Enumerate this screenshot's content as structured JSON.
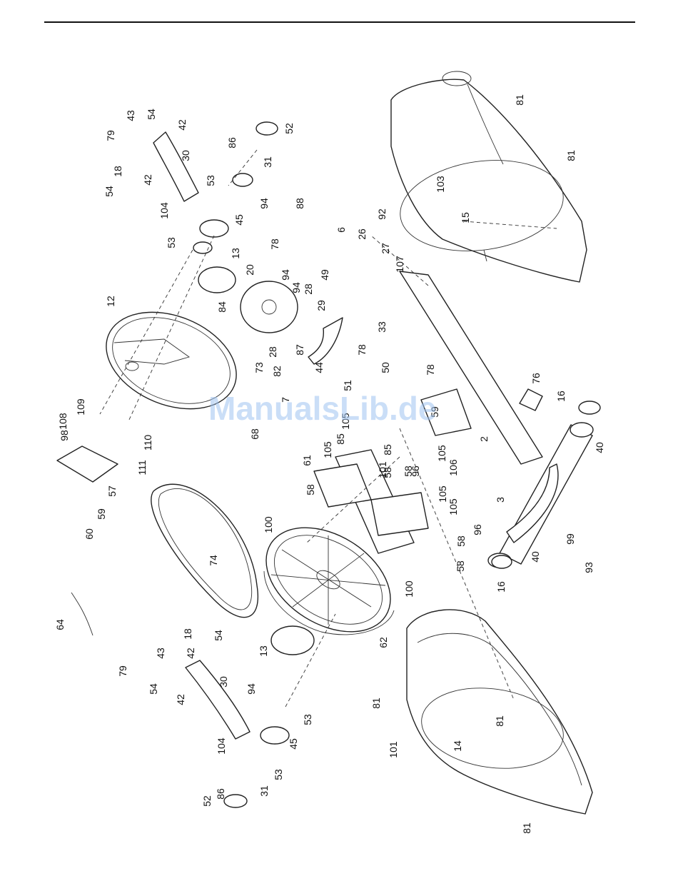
{
  "watermark": "ManualsLib.de",
  "part_labels": [
    {
      "text": "54"
    },
    {
      "text": "43"
    },
    {
      "text": "42"
    },
    {
      "text": "79"
    },
    {
      "text": "30"
    },
    {
      "text": "52"
    },
    {
      "text": "86"
    },
    {
      "text": "31"
    },
    {
      "text": "81"
    },
    {
      "text": "81"
    },
    {
      "text": "18"
    },
    {
      "text": "42"
    },
    {
      "text": "54"
    },
    {
      "text": "53"
    },
    {
      "text": "94"
    },
    {
      "text": "103"
    },
    {
      "text": "104"
    },
    {
      "text": "45"
    },
    {
      "text": "88"
    },
    {
      "text": "92"
    },
    {
      "text": "6"
    },
    {
      "text": "26"
    },
    {
      "text": "15"
    },
    {
      "text": "53"
    },
    {
      "text": "13"
    },
    {
      "text": "78"
    },
    {
      "text": "27"
    },
    {
      "text": "107"
    },
    {
      "text": "20"
    },
    {
      "text": "94"
    },
    {
      "text": "49"
    },
    {
      "text": "28"
    },
    {
      "text": "12"
    },
    {
      "text": "84"
    },
    {
      "text": "94"
    },
    {
      "text": "29"
    },
    {
      "text": "33"
    },
    {
      "text": "28"
    },
    {
      "text": "87"
    },
    {
      "text": "73"
    },
    {
      "text": "82"
    },
    {
      "text": "44"
    },
    {
      "text": "78"
    },
    {
      "text": "50"
    },
    {
      "text": "51"
    },
    {
      "text": "78"
    },
    {
      "text": "76"
    },
    {
      "text": "7"
    },
    {
      "text": "108"
    },
    {
      "text": "109"
    },
    {
      "text": "68"
    },
    {
      "text": "16"
    },
    {
      "text": "98"
    },
    {
      "text": "105"
    },
    {
      "text": "110"
    },
    {
      "text": "85"
    },
    {
      "text": "101"
    },
    {
      "text": "59"
    },
    {
      "text": "85"
    },
    {
      "text": "40"
    },
    {
      "text": "105"
    },
    {
      "text": "2"
    },
    {
      "text": "111"
    },
    {
      "text": "61"
    },
    {
      "text": "96"
    },
    {
      "text": "57"
    },
    {
      "text": "58"
    },
    {
      "text": "105"
    },
    {
      "text": "58"
    },
    {
      "text": "105"
    },
    {
      "text": "106"
    },
    {
      "text": "59"
    },
    {
      "text": "58"
    },
    {
      "text": "105"
    },
    {
      "text": "3"
    },
    {
      "text": "60"
    },
    {
      "text": "100"
    },
    {
      "text": "96"
    },
    {
      "text": "99"
    },
    {
      "text": "58"
    },
    {
      "text": "40"
    },
    {
      "text": "93"
    },
    {
      "text": "74"
    },
    {
      "text": "58"
    },
    {
      "text": "16"
    },
    {
      "text": "100"
    },
    {
      "text": "64"
    },
    {
      "text": "62"
    },
    {
      "text": "18"
    },
    {
      "text": "54"
    },
    {
      "text": "13"
    },
    {
      "text": "42"
    },
    {
      "text": "79"
    },
    {
      "text": "43"
    },
    {
      "text": "54"
    },
    {
      "text": "42"
    },
    {
      "text": "30"
    },
    {
      "text": "94"
    },
    {
      "text": "81"
    },
    {
      "text": "53"
    },
    {
      "text": "81"
    },
    {
      "text": "104"
    },
    {
      "text": "45"
    },
    {
      "text": "101"
    },
    {
      "text": "14"
    },
    {
      "text": "53"
    },
    {
      "text": "31"
    },
    {
      "text": "86"
    },
    {
      "text": "52"
    },
    {
      "text": "81"
    }
  ]
}
